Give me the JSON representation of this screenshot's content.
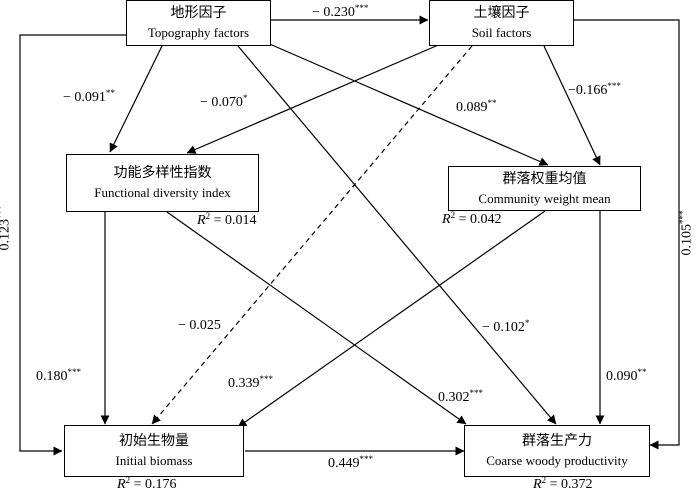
{
  "nodes": {
    "topography": {
      "zh": "地形因子",
      "en": "Topography factors"
    },
    "soil": {
      "zh": "土壤因子",
      "en": "Soil factors"
    },
    "fdi": {
      "zh": "功能多样性指数",
      "en": "Functional diversity index",
      "r2_value": "0.014"
    },
    "cwm": {
      "zh": "群落权重均值",
      "en": "Community weight mean",
      "r2_value": "0.042"
    },
    "initial": {
      "zh": "初始生物量",
      "en": "Initial biomass",
      "r2_value": "0.176"
    },
    "cwp": {
      "zh": "群落生产力",
      "en": "Coarse woody productivity",
      "r2_value": "0.372"
    }
  },
  "r2_symbol": "R",
  "r2_exp": "2",
  "r2_eq": " = ",
  "edges": [
    {
      "id": "topo_soil",
      "from": "topography",
      "to": "soil",
      "coef": "− 0.230",
      "stars": "***",
      "style": "solid"
    },
    {
      "id": "topo_fdi",
      "from": "topography",
      "to": "fdi",
      "coef": "− 0.091",
      "stars": "**",
      "style": "solid"
    },
    {
      "id": "soil_fdi",
      "from": "soil",
      "to": "fdi",
      "coef": "− 0.070",
      "stars": "*",
      "style": "solid"
    },
    {
      "id": "topo_cwm",
      "from": "topography",
      "to": "cwm",
      "coef": "0.089",
      "stars": "**",
      "style": "solid"
    },
    {
      "id": "soil_cwm",
      "from": "soil",
      "to": "cwm",
      "coef": "−0.166",
      "stars": "***",
      "style": "solid"
    },
    {
      "id": "topo_initial",
      "from": "topography",
      "to": "initial",
      "coef": "0.123",
      "stars": "***",
      "style": "solid"
    },
    {
      "id": "soil_initial",
      "from": "soil",
      "to": "initial",
      "coef": "− 0.025",
      "stars": "",
      "style": "dashed"
    },
    {
      "id": "topo_cwp",
      "from": "topography",
      "to": "cwp",
      "coef": "− 0.102",
      "stars": "*",
      "style": "solid"
    },
    {
      "id": "soil_cwp",
      "from": "soil",
      "to": "cwp",
      "coef": "0.105",
      "stars": "***",
      "style": "solid"
    },
    {
      "id": "fdi_initial",
      "from": "fdi",
      "to": "initial",
      "coef": "0.180",
      "stars": "***",
      "style": "solid"
    },
    {
      "id": "fdi_cwp",
      "from": "fdi",
      "to": "cwp",
      "coef": "0.302",
      "stars": "***",
      "style": "solid"
    },
    {
      "id": "cwm_initial",
      "from": "cwm",
      "to": "initial",
      "coef": "0.339",
      "stars": "***",
      "style": "solid"
    },
    {
      "id": "cwm_cwp",
      "from": "cwm",
      "to": "cwp",
      "coef": "0.090",
      "stars": "**",
      "style": "solid"
    },
    {
      "id": "initial_cwp",
      "from": "initial",
      "to": "cwp",
      "coef": "0.449",
      "stars": "***",
      "style": "solid"
    }
  ]
}
